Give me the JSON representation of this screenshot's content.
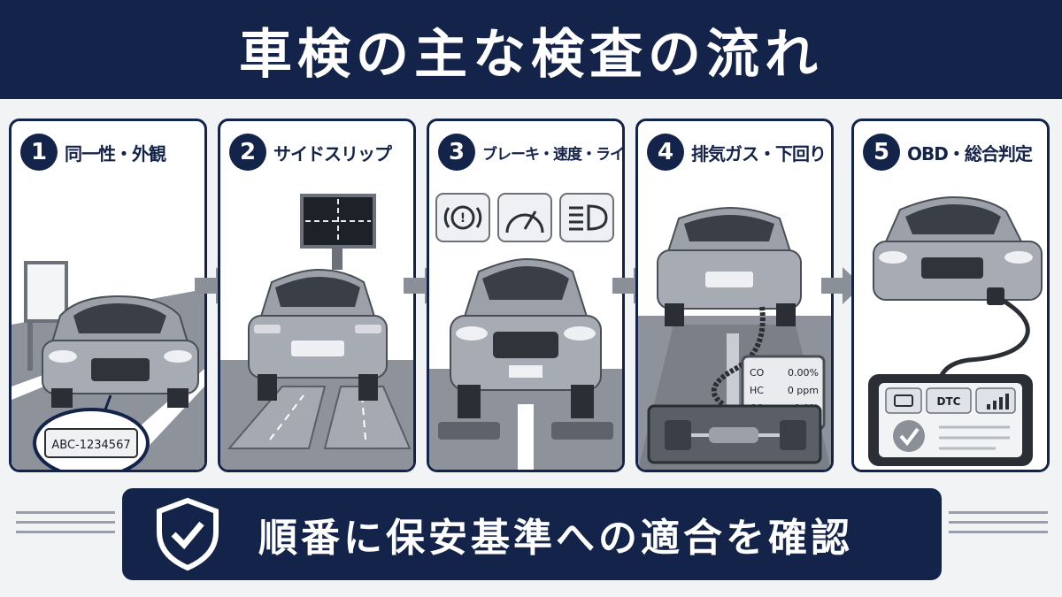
{
  "title": "車検の主な検査の流れ",
  "steps": [
    {
      "number": "1",
      "label": "同一性・外観",
      "plate": "ABC-1234567"
    },
    {
      "number": "2",
      "label": "サイドスリップ"
    },
    {
      "number": "3",
      "label": "ブレーキ・速度・ライト"
    },
    {
      "number": "4",
      "label": "排気ガス・下回り",
      "gas_rows": [
        {
          "name": "CO",
          "value": "0.00%"
        },
        {
          "name": "HC",
          "value": "0 ppm"
        },
        {
          "name": "CO₂",
          "value": "0.0%"
        }
      ]
    },
    {
      "number": "5",
      "label": "OBD・総合判定",
      "dtc": "DTC"
    }
  ],
  "footer": {
    "text": "順番に保安基準への適合を確認"
  },
  "icons": [
    "shield-check-icon",
    "brake-warning-icon",
    "speedometer-icon",
    "headlight-icon",
    "engine-icon",
    "signal-icon",
    "check-icon",
    "arrow-right-icon"
  ],
  "colors": {
    "navy": "#14234a",
    "gray": "#8a8f98",
    "white": "#ffffff"
  }
}
